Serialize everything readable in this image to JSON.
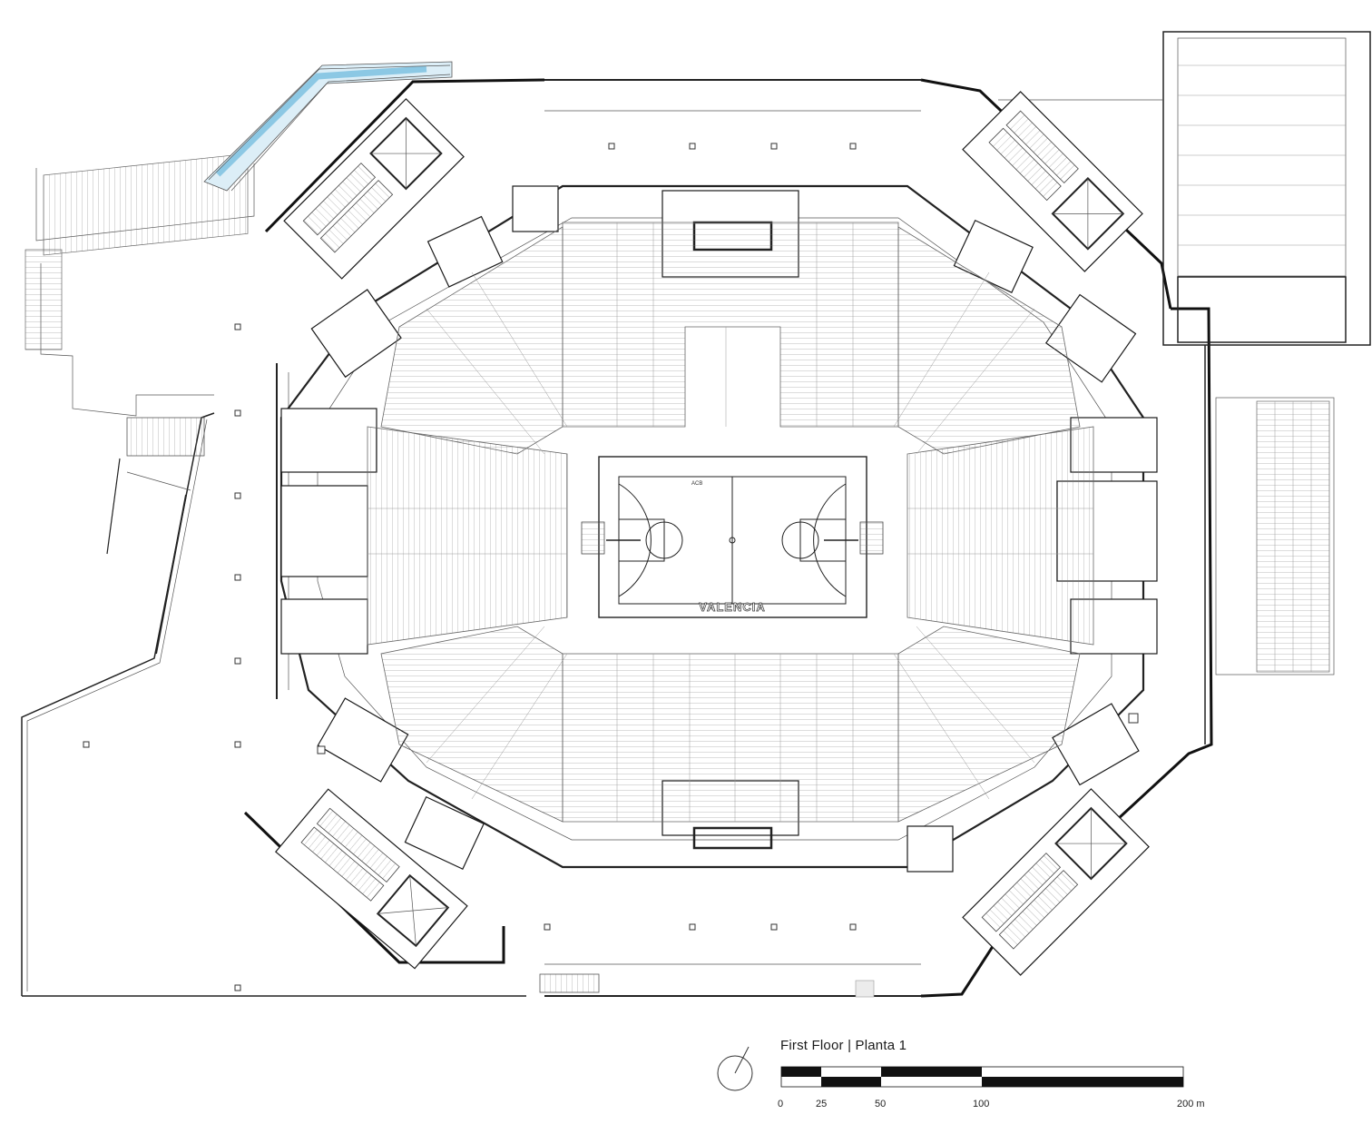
{
  "drawing": {
    "court_label": "VALENCIA",
    "court_logo": "ACB"
  },
  "legend": {
    "title": "First Floor | Planta 1",
    "north_arrow": "north-arrow-icon",
    "scale_ticks": [
      "0",
      "25",
      "50",
      "100",
      "200 m"
    ]
  },
  "colors": {
    "line": "#222222",
    "bridge": "#a9d6ea",
    "background": "#ffffff"
  }
}
